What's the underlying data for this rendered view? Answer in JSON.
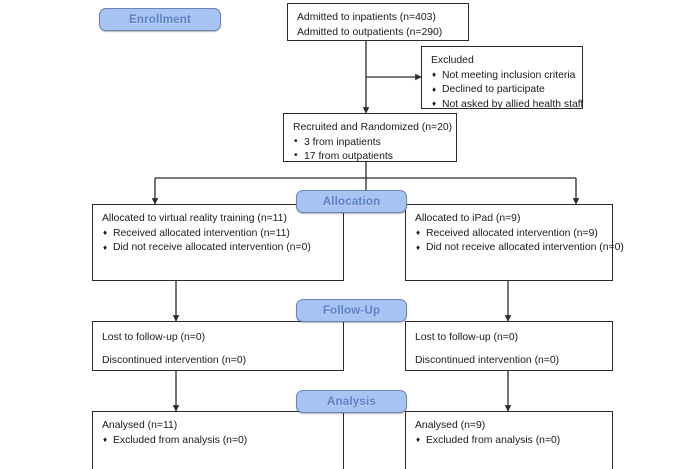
{
  "diagram": {
    "title": "CONSORT participant flow diagram",
    "accent_color": "#a8c4f2",
    "accent_border_color": "#6a86b8",
    "accent_text_color": "#5c82c6",
    "line_color": "#2b2b2b",
    "box_background": "#ffffff",
    "page_background": "#ffffff"
  },
  "stages": {
    "enrollment": "Enrollment",
    "allocation": "Allocation",
    "followup": "Follow-Up",
    "analysis": "Analysis"
  },
  "boxes": {
    "admitted": {
      "lines": [
        "Admitted to inpatients (n=403)",
        "Admitted to outpatients (n=290)"
      ]
    },
    "excluded": {
      "heading": "Excluded",
      "items": [
        "Not meeting inclusion criteria",
        "Declined to participate",
        "Not asked by allied health staff"
      ]
    },
    "randomized": {
      "heading": "Recruited and Randomized (n=20)",
      "items": [
        "3 from inpatients",
        "17 from outpatients"
      ]
    },
    "allocation_left": {
      "heading": "Allocated to virtual reality training (n=11)",
      "items": [
        "Received allocated intervention (n=11)",
        "Did not receive allocated intervention (n=0)"
      ]
    },
    "allocation_right": {
      "heading": "Allocated to iPad (n=9)",
      "items": [
        "Received allocated intervention (n=9)",
        "Did not receive allocated intervention (n=0)"
      ]
    },
    "followup_left": {
      "lines": [
        "Lost to follow-up (n=0)",
        "Discontinued intervention (n=0)"
      ]
    },
    "followup_right": {
      "lines": [
        "Lost to follow-up (n=0)",
        "Discontinued intervention (n=0)"
      ]
    },
    "analysis_left": {
      "heading": "Analysed (n=11)",
      "items": [
        "Excluded from analysis (n=0)"
      ]
    },
    "analysis_right": {
      "heading": "Analysed (n=9)",
      "items": [
        "Excluded from analysis (n=0)"
      ]
    }
  }
}
